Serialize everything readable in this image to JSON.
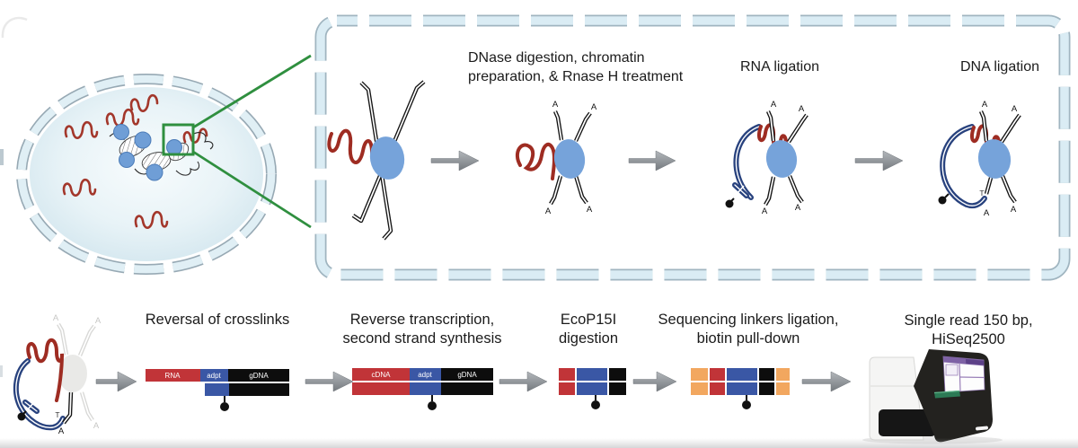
{
  "top_panel": {
    "step1_label_line1": "DNase digestion, chromatin",
    "step1_label_line2": "preparation, & Rnase H treatment",
    "step2_label": "RNA ligation",
    "step3_label": "DNA ligation",
    "overhang_letter": "A",
    "junction_t": "T",
    "junction_a": "A"
  },
  "bottom_row": {
    "step1_label": "Reversal of crosslinks",
    "step2_label_line1": "Reverse transcription,",
    "step2_label_line2": "second strand synthesis",
    "step3_label_line1": "EcoP15I",
    "step3_label_line2": "digestion",
    "step4_label_line1": "Sequencing linkers ligation,",
    "step4_label_line2": "biotin pull-down",
    "step5_label_line1": "Single read 150 bp,",
    "step5_label_line2": "HiSeq2500",
    "bar_labels": {
      "rna": "RNA",
      "adapter": "adpt",
      "gdna": "gDNA",
      "cdna": "cDNA"
    }
  },
  "colors": {
    "rna_red": "#9e2c22",
    "cell_rna_red": "#a3372b",
    "protein_blue": "#76a3da",
    "linker_navy": "#28427e",
    "dna_black": "#151515",
    "bar_red": "#c13438",
    "bar_blue": "#3a57a5",
    "bar_black": "#0d0d0d",
    "bar_orange": "#f2a75f",
    "arrow_gray": "#8e9399",
    "magnifier_green": "#2f8f3f",
    "membrane_fill": "#daecf4",
    "membrane_edge": "#a0b5c0"
  }
}
